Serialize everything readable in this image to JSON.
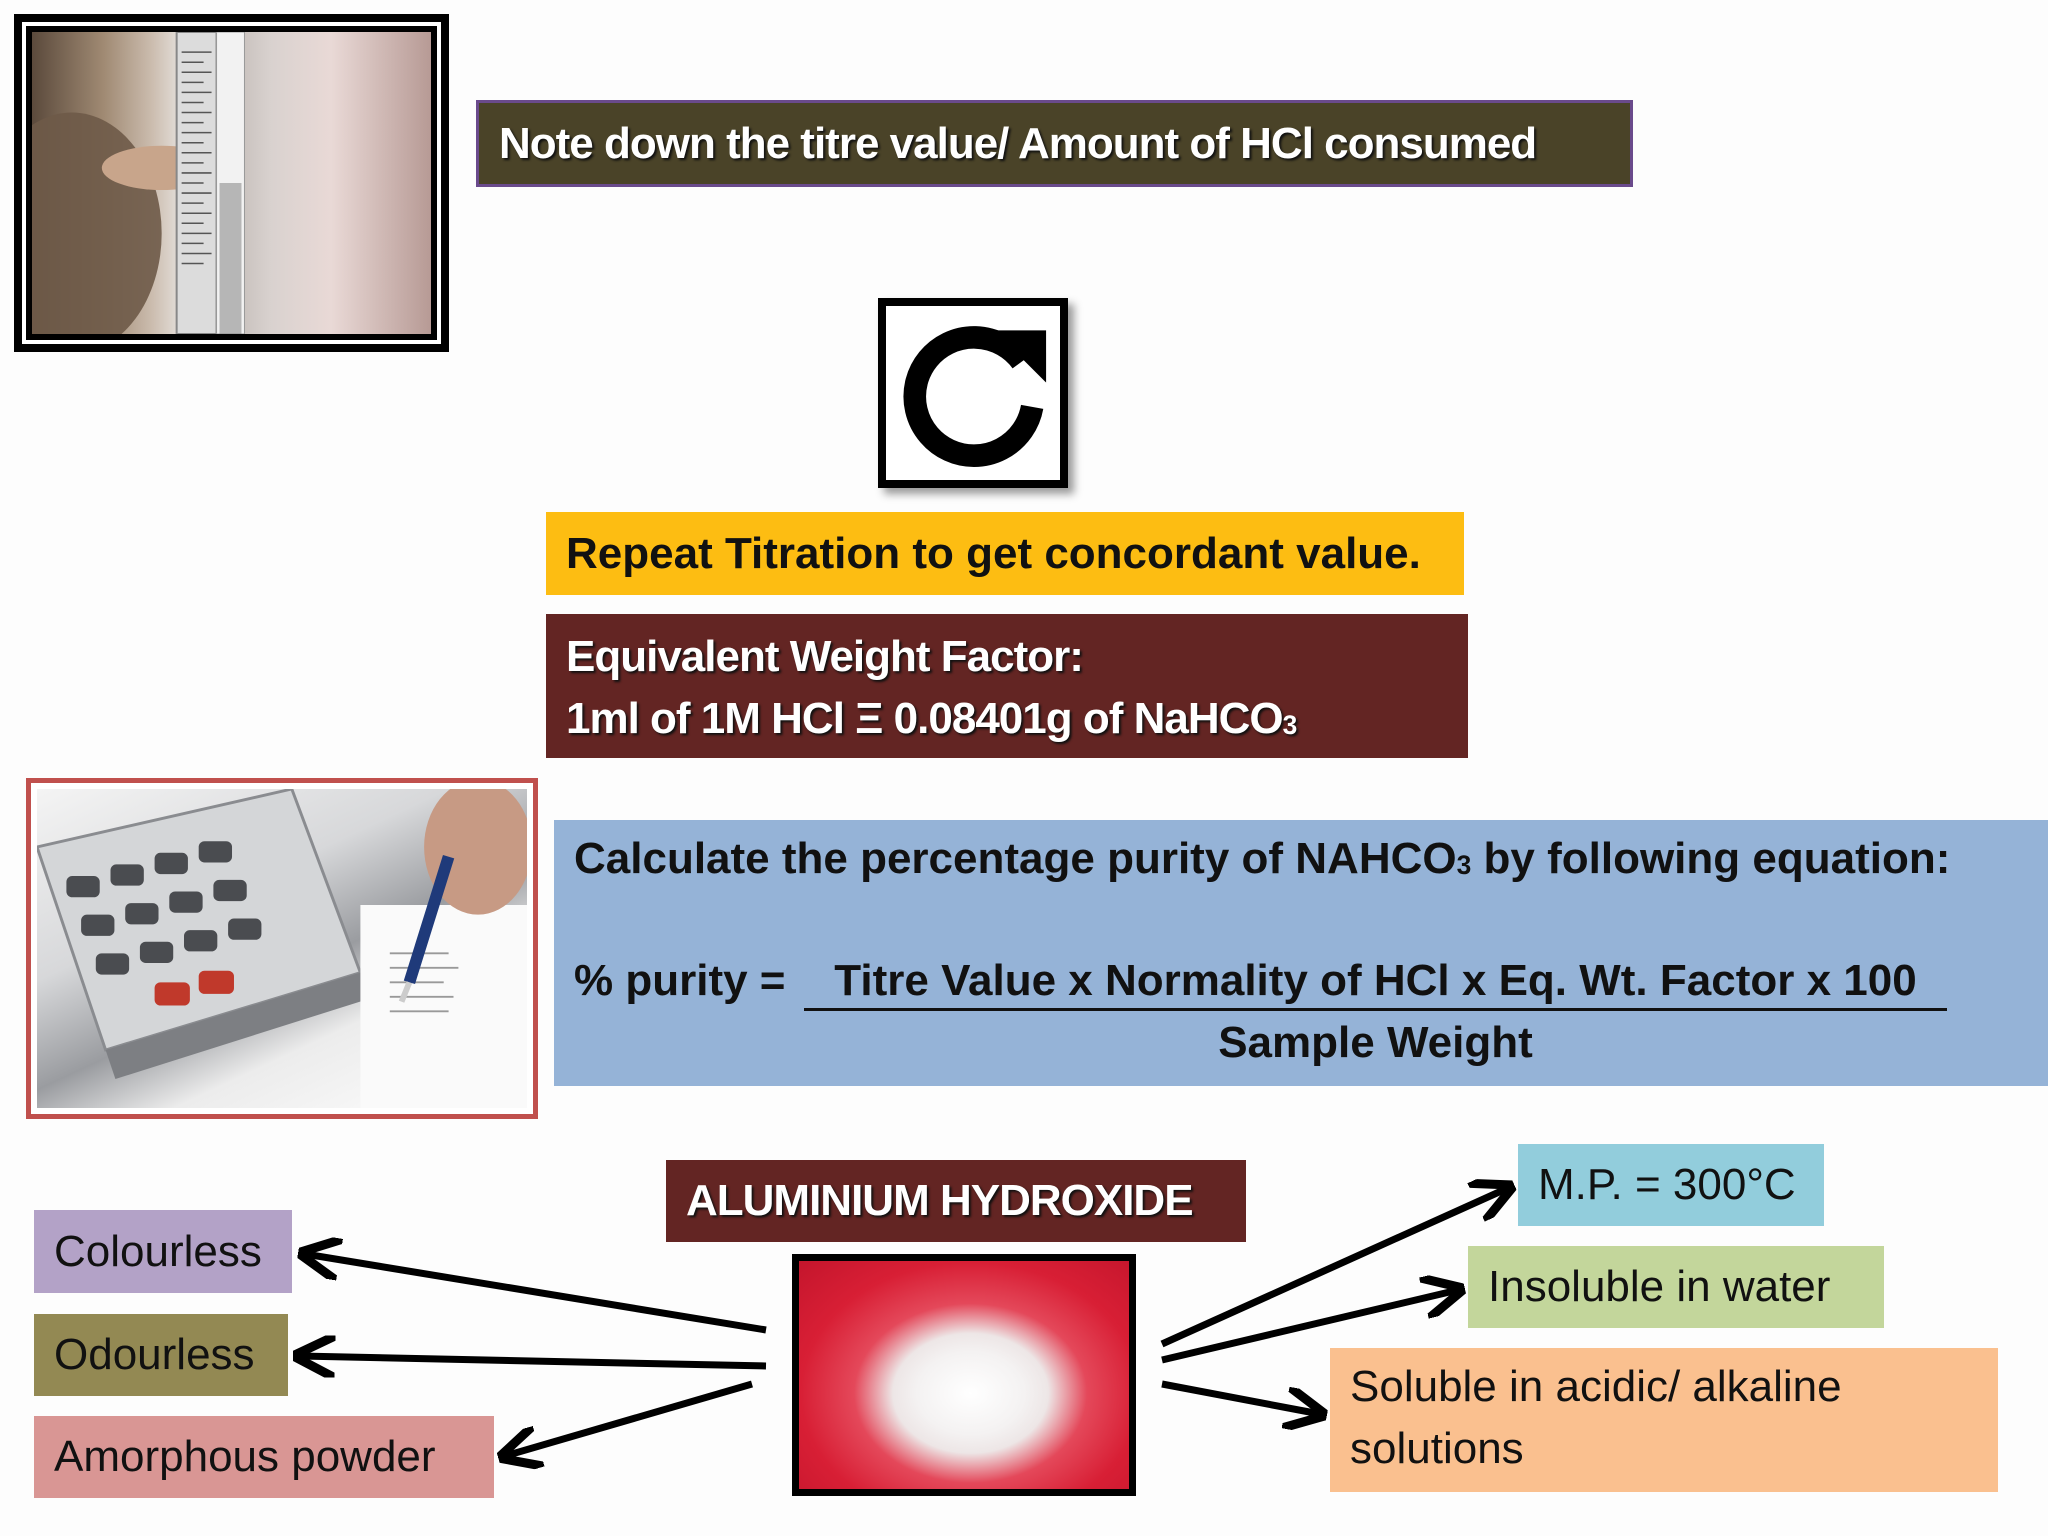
{
  "top": {
    "title": "Note down the titre value/ Amount of HCl consumed"
  },
  "repeat": {
    "text": "Repeat Titration to get concordant value."
  },
  "equivalent": {
    "line1": "Equivalent Weight Factor:",
    "line2": "1ml of 1M HCl Ξ 0.08401g of NaHCO",
    "line2_sub": "3"
  },
  "calculation": {
    "line1": "Calculate the percentage purity of NAHCO",
    "line1_sub": "3",
    "line1_end": " by following equation:",
    "label": "% purity =",
    "numerator": "Titre Value x Normality of HCl x Eq. Wt. Factor x 100",
    "denominator": "Sample Weight"
  },
  "aluminium": {
    "title": "ALUMINIUM HYDROXIDE",
    "left_properties": [
      "Colourless",
      "Odourless",
      "Amorphous powder"
    ],
    "right_properties": [
      "M.P. = 300°C",
      "Insoluble in water",
      "Soluble in acidic/ alkaline",
      "solutions"
    ]
  },
  "icons": [
    "refresh-icon",
    "arrow-icon"
  ],
  "colors": {
    "title_bg": "#4a4328",
    "repeat_bg": "#fdbd12",
    "maroon": "#632523",
    "blue": "#95b3d7",
    "colourless": "#b3a2c7",
    "odourless": "#938953",
    "amorphous": "#d99694",
    "mp": "#92cddc",
    "insoluble": "#c3d69b",
    "soluble": "#fac08f"
  }
}
